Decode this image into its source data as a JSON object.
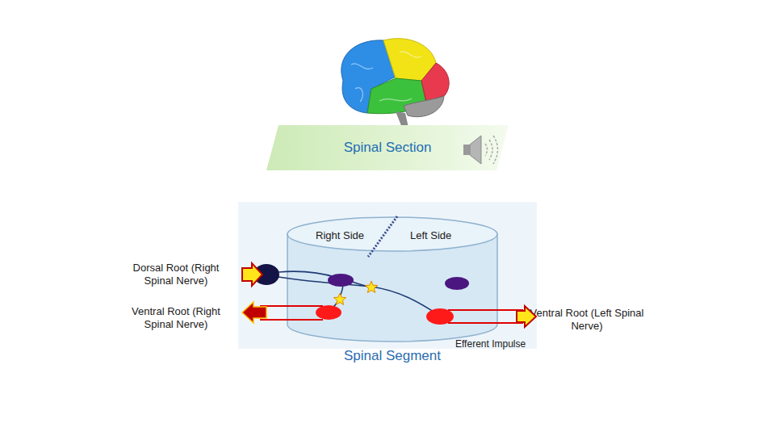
{
  "diagram": {
    "nodes": [
      {
        "text": [
          "Spinal Section"
        ]
      },
      {
        "text": [
          "Right Side",
          "Left Side",
          "Spinal Segment"
        ]
      }
    ],
    "labels": [
      "Dorsal Root (Right Spinal Nerve)",
      "Ventral Root (Right Spinal Nerve)",
      "Ventral Root (Left Spinal Nerve)",
      "Efferent Impulse"
    ]
  }
}
